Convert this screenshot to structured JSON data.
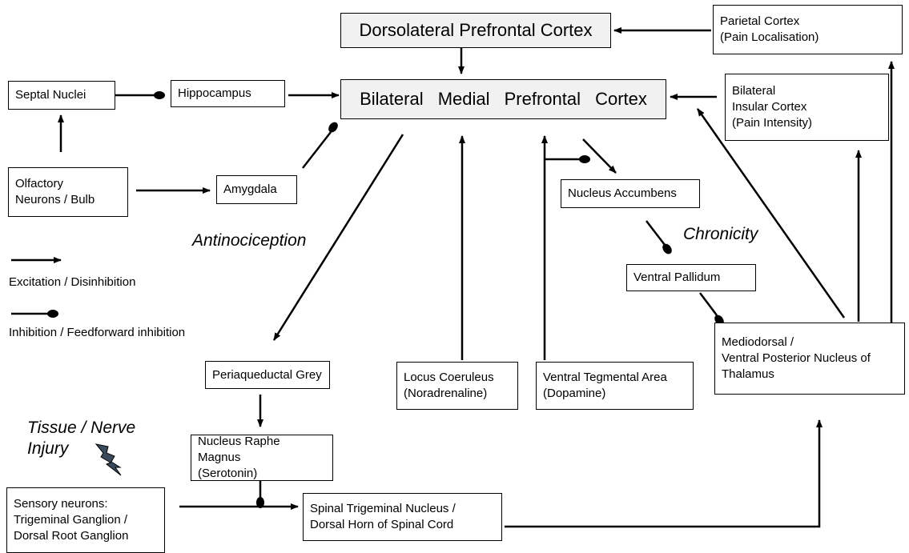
{
  "nodes": {
    "dlpfc": "Dorsolateral Prefrontal Cortex",
    "parietal": "Parietal Cortex\n(Pain Localisation)",
    "septal": "Septal Nuclei",
    "hippocampus": "Hippocampus",
    "bmpfc": "Bilateral Medial Prefrontal Cortex",
    "insular": "Bilateral\nInsular Cortex\n(Pain Intensity)",
    "olfactory": "Olfactory\nNeurons / Bulb",
    "amygdala": "Amygdala",
    "accumbens": "Nucleus Accumbens",
    "pallidum": "Ventral Pallidum",
    "pag": "Periaqueductal Grey",
    "locus": "Locus Coeruleus\n(Noradrenaline)",
    "vta": "Ventral Tegmental Area\n(Dopamine)",
    "thalamus": "Mediodorsal /\nVentral Posterior Nucleus of\nThalamus",
    "raphe": "Nucleus Raphe Magnus\n(Serotonin)",
    "sensory": "Sensory neurons:\nTrigeminal Ganglion /\nDorsal Root Ganglion",
    "spinal": "Spinal Trigeminal Nucleus /\nDorsal Horn of Spinal Cord"
  },
  "labels": {
    "antinociception": "Antinociception",
    "chronicity": "Chronicity",
    "injury": "Tissue / Nerve\nInjury"
  },
  "legend": {
    "excitation": "Excitation / Disinhibition",
    "inhibition": "Inhibition / Feedforward inhibition"
  },
  "icons": {
    "injury": "lightning-bolt-icon"
  },
  "colors": {
    "box_fill": "#ffffff",
    "highlight_fill": "#f1f1f1",
    "line": "#000000",
    "bolt": "#3a4a5c"
  }
}
